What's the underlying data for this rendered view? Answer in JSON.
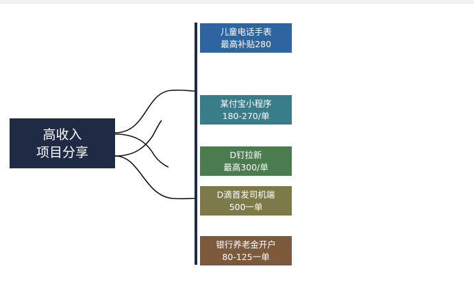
{
  "root": {
    "line1": "高收入",
    "line2": "项目分享"
  },
  "nodes": [
    {
      "title": "儿童电话手表",
      "detail": "最高补贴280",
      "color": "#2e64a0"
    },
    {
      "title": "某付宝小程序",
      "detail": "180-270/单",
      "color": "#3a7d8a"
    },
    {
      "title": "D钉拉新",
      "detail": "最高300/单",
      "color": "#4a7c4f"
    },
    {
      "title": "D滴首发司机端",
      "detail": "500一单",
      "color": "#7d7a4a"
    },
    {
      "title": "银行养老金开户",
      "detail": "80-125一单",
      "color": "#7d5a3c"
    }
  ]
}
